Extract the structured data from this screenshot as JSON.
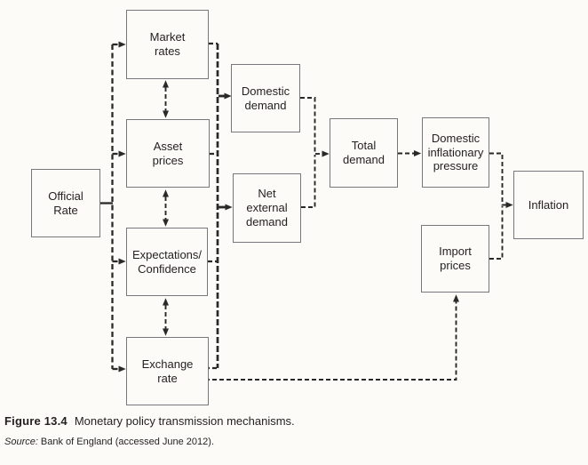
{
  "figure": {
    "caption": {
      "label": "Figure 13.4",
      "title": "Monetary policy transmission mechanisms."
    },
    "source": {
      "label": "Source:",
      "text": "Bank of England (accessed June 2012)."
    }
  },
  "nodes": {
    "official_rate": {
      "label": "Official\nRate"
    },
    "market_rates": {
      "label": "Market\nrates"
    },
    "asset_prices": {
      "label": "Asset\nprices"
    },
    "expectations_confidence": {
      "label": "Expectations/\nConfidence"
    },
    "exchange_rate": {
      "label": "Exchange\nrate"
    },
    "domestic_demand": {
      "label": "Domestic\ndemand"
    },
    "net_external_demand": {
      "label": "Net\nexternal\ndemand"
    },
    "total_demand": {
      "label": "Total\ndemand"
    },
    "domestic_inflationary_pressure": {
      "label": "Domestic\ninflationary\npressure"
    },
    "import_prices": {
      "label": "Import\nprices"
    },
    "inflation": {
      "label": "Inflation"
    }
  },
  "colors": {
    "line": "#2a2927",
    "box_border": "#77787b",
    "text": "#231f20",
    "background": "#fcfbf7"
  }
}
